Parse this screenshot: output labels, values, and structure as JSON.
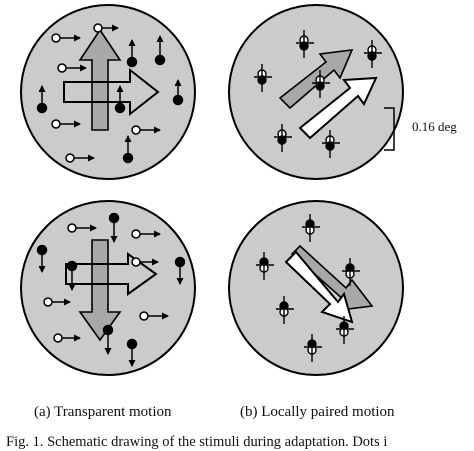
{
  "captions": {
    "a": "(a) Transparent motion",
    "b": "(b) Locally paired motion"
  },
  "scale_label": "0.16 deg",
  "figure_caption_fragment": "Fig. 1. Schematic drawing of the stimuli during adaptation. Dots i",
  "colors": {
    "disc": "#cbcbcb",
    "stroke": "#000000",
    "arrow_fill": "#a8a8a8",
    "hollow_arrow_fill": "#ffffff"
  }
}
